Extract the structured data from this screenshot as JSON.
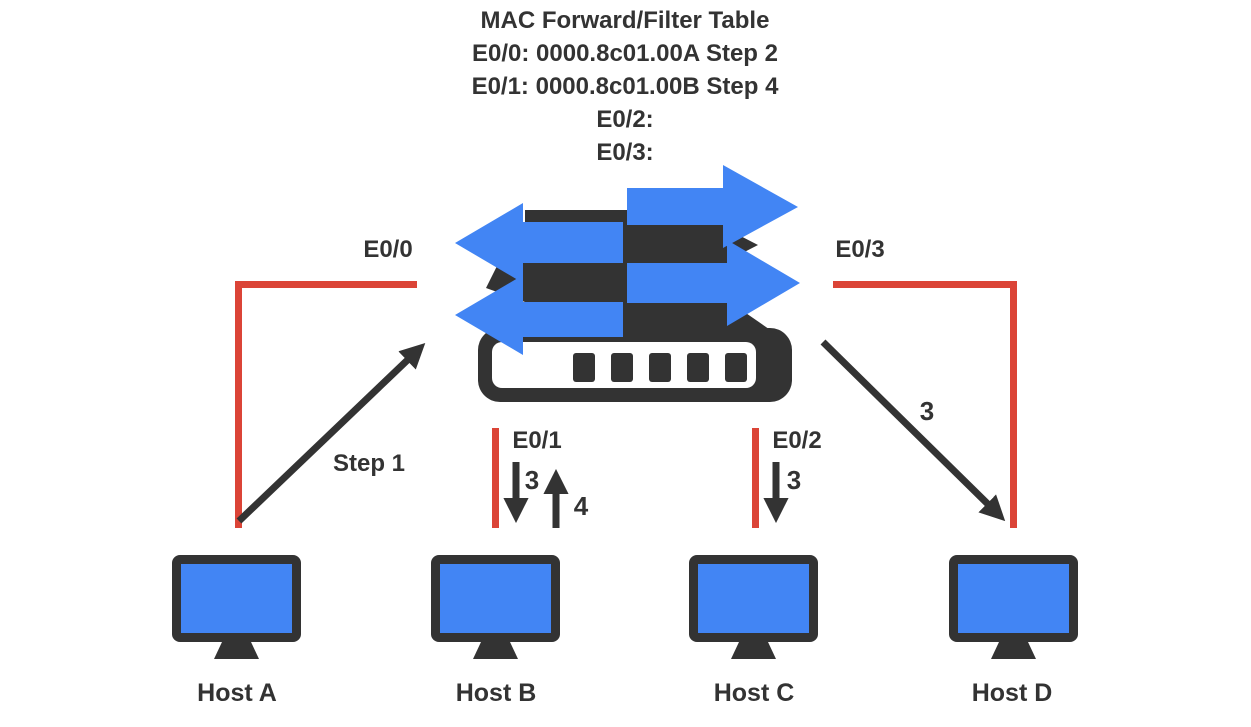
{
  "mac_table": {
    "title": "MAC Forward/Filter Table",
    "entries": [
      "E0/0: 0000.8c01.00A Step 2",
      "E0/1: 0000.8c01.00B Step 4",
      "E0/2:",
      "E0/3:"
    ]
  },
  "switch": {
    "icon": "ethernet-switch-icon",
    "port_count_shown": 5,
    "port_labels": {
      "e0_0": "E0/0",
      "e0_1": "E0/1",
      "e0_2": "E0/2",
      "e0_3": "E0/3"
    }
  },
  "flow_labels": {
    "step1": "Step 1",
    "host_b_down": "3",
    "host_b_up": "4",
    "host_c_down": "3",
    "host_d_arrow": "3"
  },
  "hosts": [
    {
      "label": "Host A"
    },
    {
      "label": "Host B"
    },
    {
      "label": "Host C"
    },
    {
      "label": "Host D"
    }
  ],
  "colors": {
    "dark": "#333333",
    "blue": "#4285F4",
    "red": "#DB4437",
    "background": "#FFFFFF"
  }
}
